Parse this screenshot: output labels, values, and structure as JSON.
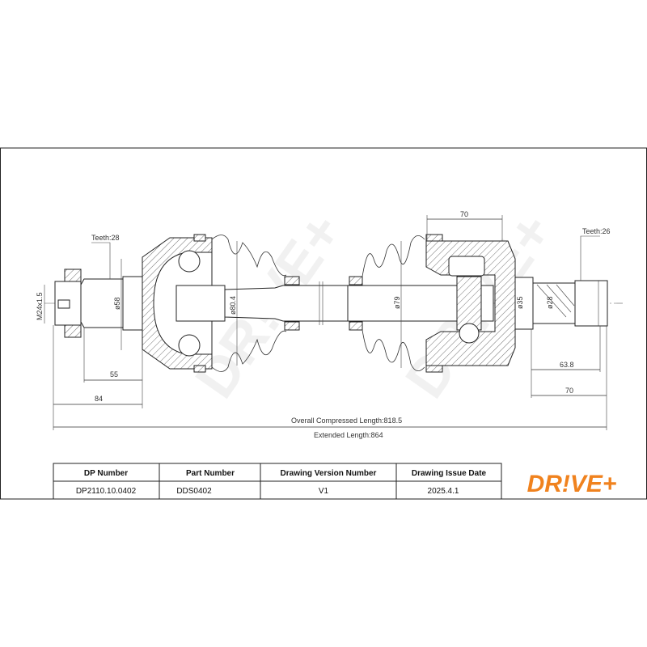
{
  "drawing": {
    "labels": {
      "teeth_left": "Teeth:28",
      "teeth_right": "Teeth:26",
      "thread": "M24x1.5",
      "dia_58": "ø58",
      "dia_80_4": "ø80.4",
      "dia_79": "ø79",
      "dia_35": "ø35",
      "dia_28": "ø28",
      "dim_55": "55",
      "dim_84": "84",
      "dim_70_top": "70",
      "dim_63_8": "63.8",
      "dim_70_right": "70",
      "overall_compressed": "Overall Compressed Length:818.5",
      "extended": "Extended Length:864"
    },
    "watermark": "DR!VE+"
  },
  "title_block": {
    "headers": [
      "DP Number",
      "Part Number",
      "Drawing Version Number",
      "Drawing Issue Date"
    ],
    "values": [
      "DP2110.10.0402",
      "DDS0402",
      "V1",
      "2025.4.1"
    ],
    "logo": "DR!VE+",
    "logo_color": "#f0821e"
  }
}
